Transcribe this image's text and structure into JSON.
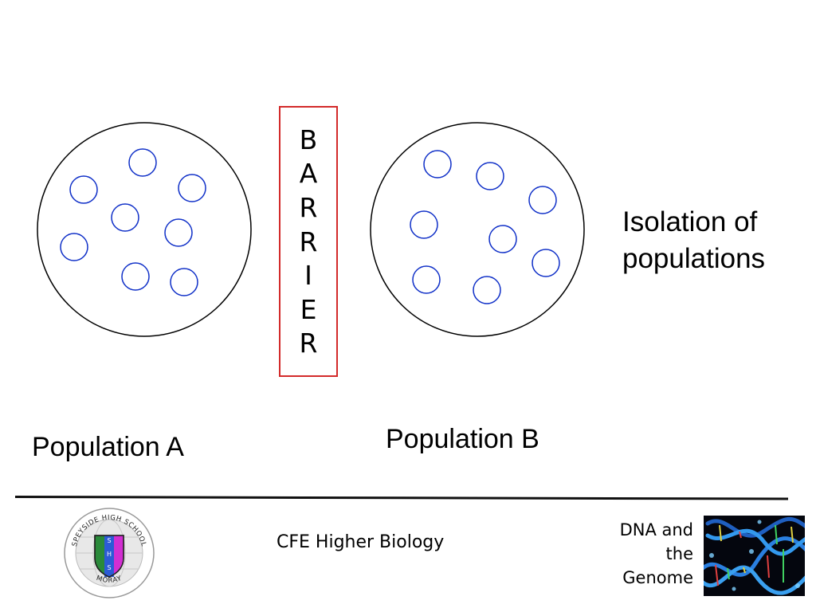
{
  "slide": {
    "barrier_letters": [
      "B",
      "A",
      "R",
      "R",
      "I",
      "E",
      "R"
    ],
    "side_title": "Isolation of populations",
    "population_a_label": "Population A",
    "population_b_label": "Population B"
  },
  "footer": {
    "course": "CFE Higher Biology",
    "topic": [
      "DNA and",
      "the",
      "Genome"
    ],
    "logo": {
      "ring_top": "SPEYSIDE HIGH SCHOOL",
      "ring_bottom": "MORAY",
      "shield_letters": [
        "S",
        "H",
        "S"
      ]
    }
  },
  "colors": {
    "barrier_border": "#d32a2a",
    "organism_outline": "#1030c8",
    "population_outline": "#000000"
  }
}
